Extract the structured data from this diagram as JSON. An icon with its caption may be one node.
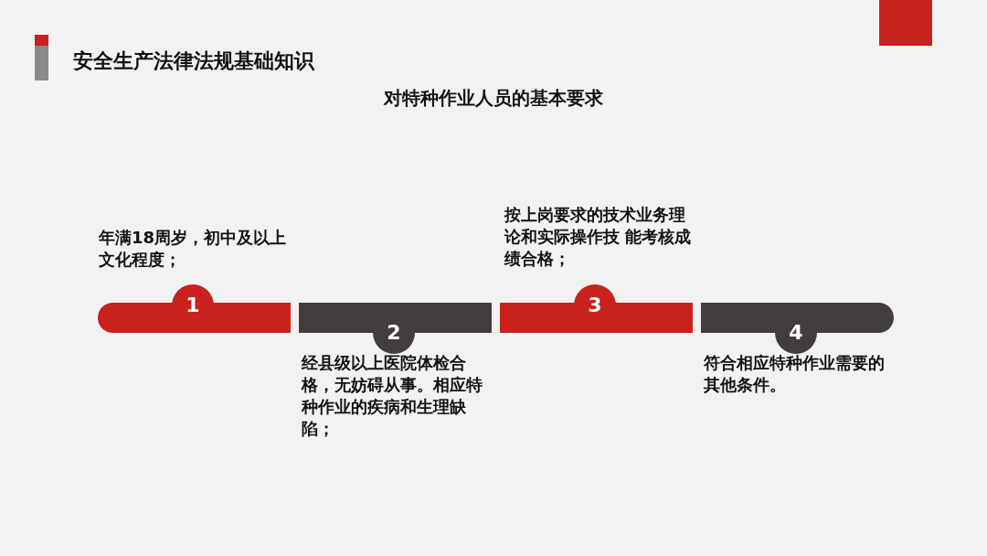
{
  "diagram": {
    "title": "安全生产法律法规基础知识",
    "nodes": [
      {
        "text": [
          "1"
        ],
        "beside": [
          "年满18周岁，初中及以上文化程度；"
        ]
      },
      {
        "text": [
          "2"
        ],
        "beside": [
          "经县级以上医院体检合格，无妨碍从事。相应特种作业的疾病和生理缺陷；"
        ]
      },
      {
        "text": [
          "3"
        ],
        "beside": [
          "按上岗要求的技术业务理论和实际操作技 能考核成绩合格；"
        ]
      },
      {
        "text": [
          "4"
        ],
        "beside": [
          "符合相应特种作业需要的其他条件。"
        ]
      }
    ],
    "edges": [],
    "labels": [
      "对特种作业人员的基本要求"
    ]
  }
}
